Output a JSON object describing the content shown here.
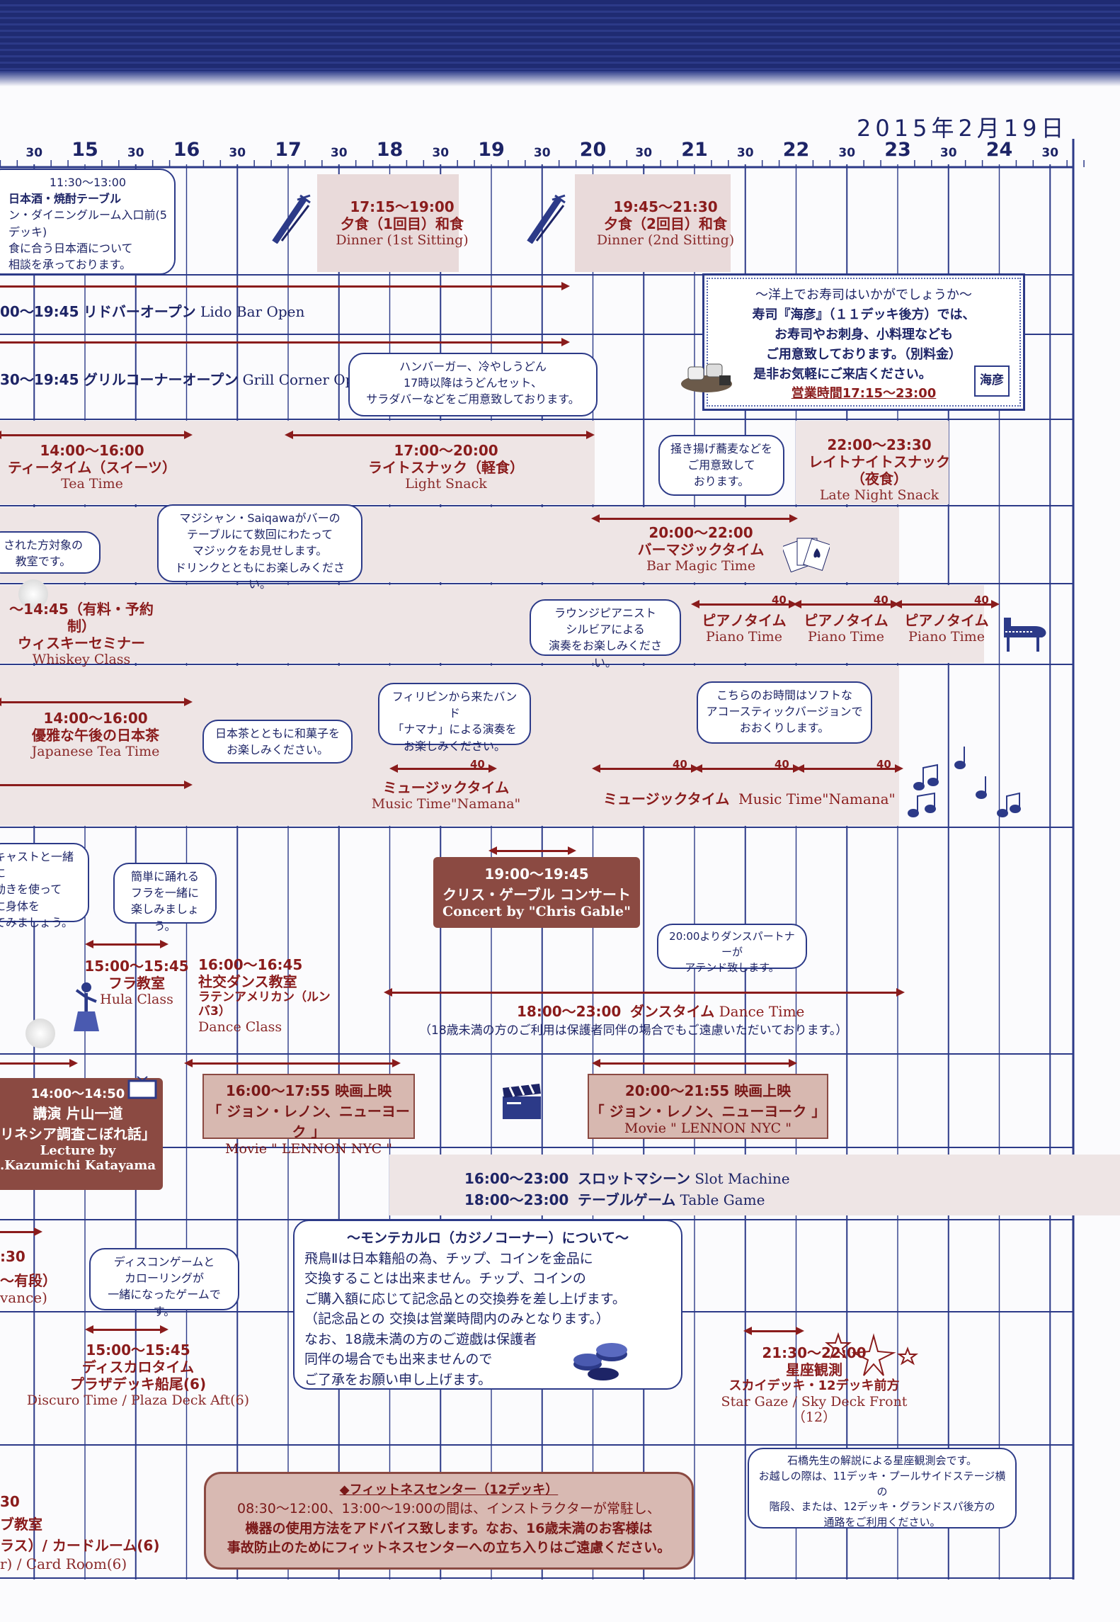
{
  "date": "2015年2月19日",
  "timeline": {
    "hours": [
      "15",
      "16",
      "17",
      "18",
      "19",
      "20",
      "21",
      "22",
      "23",
      "24"
    ],
    "half": "30"
  },
  "row1": {
    "left_bubble": [
      "11:30～13:00",
      "日本酒・焼酎テーブル",
      "ン・ダイニングルーム入口前(5デッキ)",
      "食に合う日本酒について",
      "相談を承っております。"
    ],
    "dinner1": {
      "time": "17:15～19:00",
      "ja": "夕食（1回目）和食",
      "en": "Dinner (1st Sitting)"
    },
    "dinner2": {
      "time": "19:45～21:30",
      "ja": "夕食（2回目）和食",
      "en": "Dinner (2nd Sitting)"
    }
  },
  "lido": {
    "time": "00～19:45",
    "ja": "リドバーオープン",
    "en": "Lido Bar Open"
  },
  "grill": {
    "time": "30～19:45",
    "ja": "グリルコーナーオープン",
    "en": "Grill Corner Open"
  },
  "grill_bubble": [
    "ハンバーガー、冷やしうどん",
    "17時以降はうどんセット、",
    "サラダバーなどをご用意致しております。"
  ],
  "sushi": {
    "lines": [
      "～洋上でお寿司はいかがでしょうか～",
      "寿司『海彦』（１１デッキ後方）では、",
      "お寿司やお刺身、小料理なども",
      "ご用意致しております。（別料金）",
      "是非お気軽にご来店ください。"
    ],
    "hours": "営業時間17:15～23:00",
    "logo": "海彦"
  },
  "tea": {
    "time": "14:00～16:00",
    "ja": "ティータイム（スイーツ）",
    "en": "Tea Time"
  },
  "light_snack": {
    "time": "17:00～20:00",
    "ja": "ライトスナック（軽食）",
    "en": "Light Snack"
  },
  "soba_bubble": [
    "掻き揚げ蕎麦などを",
    "ご用意致して",
    "おります。"
  ],
  "late_snack": {
    "time": "22:00～23:30",
    "ja": "レイトナイトスナック（夜食）",
    "en": "Late Night Snack"
  },
  "magic_bubble": [
    "マジシャン・Saiqawaがバーの",
    "テーブルにて数回にわたって",
    "マジックをお見せします。",
    "ドリンクとともにお楽しみください。"
  ],
  "magic": {
    "time": "20:00～22:00",
    "ja": "バーマジックタイム",
    "en": "Bar Magic Time"
  },
  "left_class_bubble": [
    "された方対象の",
    "教室です。"
  ],
  "whiskey": {
    "time": "～14:45（有料・予約制）",
    "ja": "ウィスキーセミナー",
    "en": "Whiskey Class"
  },
  "pianist_bubble": [
    "ラウンジピアニスト",
    "シルビアによる",
    "演奏をお楽しみください。"
  ],
  "piano": {
    "ja": "ピアノタイム",
    "en": "Piano Time",
    "dur": "40"
  },
  "jtea": {
    "time": "14:00～16:00",
    "ja": "優雅な午後の日本茶",
    "en": "Japanese Tea Time"
  },
  "jtea_bubble": [
    "日本茶とともに和菓子を",
    "お楽しみください。"
  ],
  "band_bubble": [
    "フィリピンから来たバンド",
    "「ナマナ」による演奏を",
    "お楽しみください。"
  ],
  "music": {
    "ja": "ミュージックタイム",
    "en": "Music Time\"Namana\"",
    "dur": "40"
  },
  "acoustic_bubble": [
    "こちらのお時間はソフトな",
    "アコースティックバージョンで",
    "おおくりします。"
  ],
  "cast_bubble": [
    "キャストと一緒に",
    "動きを使って",
    "に身体を",
    "てみましょう。"
  ],
  "hula_bubble": [
    "簡単に踊れる",
    "フラを一緒に",
    "楽しみましょう。"
  ],
  "concert": {
    "time": "19:00～19:45",
    "ja": "クリス・ゲーブル コンサート",
    "en": "Concert by \"Chris Gable\""
  },
  "dance_partner_bubble": [
    "20:00よりダンスパートナーが",
    "アテンド致します。"
  ],
  "hula": {
    "time": "15:00～15:45",
    "ja": "フラ教室",
    "en": "Hula Class"
  },
  "social_dance": {
    "time": "16:00～16:45",
    "ja": "社交ダンス教室",
    "sub": "ラテンアメリカン（ルンバ3）",
    "en": "Dance Class"
  },
  "dance_time": {
    "time": "18:00～23:00",
    "ja": "ダンスタイム",
    "en": "Dance Time",
    "note": "（18歳未満の方のご利用は保護者同伴の場合でもご遠慮いただいております。）"
  },
  "lecture": {
    "time": "14:00～14:50",
    "ja1": "講演 片山一道",
    "ja2": "リネシア調査こぼれ話」",
    "en1": "Lecture by",
    "en2": ".Kazumichi Katayama"
  },
  "movie1": {
    "time": "16:00～17:55 映画上映",
    "ja": "「 ジョン・レノン、ニューヨーク 」",
    "en": "Movie \" LENNON NYC \""
  },
  "movie2": {
    "time": "20:00～21:55 映画上映",
    "ja": "「 ジョン・レノン、ニューヨーク 」",
    "en": "Movie \" LENNON NYC \""
  },
  "slot": {
    "time": "16:00～23:00",
    "ja": "スロットマシーン",
    "en": "Slot Machine"
  },
  "table_game": {
    "time": "18:00～23:00",
    "ja": "テーブルゲーム",
    "en": "Table Game"
  },
  "casino_note": {
    "title": "～モンテカルロ（カジノコーナー）について～",
    "lines": [
      "飛鳥Ⅱは日本籍船の為、チップ、コインを金品に",
      "交換することは出来ません。チップ、コインの",
      "ご購入額に応じて記念品との交換券を差し上げます。",
      "（記念品との 交換は営業時間内のみとなります。）",
      "なお、18歳未満の方のご遊戯は保護者",
      "同伴の場合でも出来ませんので",
      "ご了承をお願い申し上げます。"
    ]
  },
  "left_frag": {
    "a": ":30",
    "b": "～有段）",
    "c": "vance)"
  },
  "disco_bubble": [
    "ディスコンゲームと",
    "カローリングが",
    "一緒になったゲームです。"
  ],
  "discuro": {
    "time": "15:00～15:45",
    "ja": "ディスカロタイム",
    "loc": "プラザデッキ船尾(6)",
    "en": "Discuro Time / Plaza Deck Aft(6)"
  },
  "stargaze": {
    "time": "21:30～22:00",
    "ja": "星座観測",
    "loc": "スカイデッキ・12デッキ前方",
    "en": "Star Gaze / Sky Deck Front（12）"
  },
  "star_bubble": [
    "石橋先生の解説による星座観測会です。",
    "お越しの際は、11デッキ・プールサイドステージ横の",
    "階段、または、12デッキ・グランドスパ後方の",
    "通路をご利用ください。"
  ],
  "fitness": {
    "title": "◆フィットネスセンター（12デッキ）",
    "lines": [
      "08:30～12:00、13:00～19:00の間は、インストラクターが常駐し、",
      "機器の使用方法をアドバイス致します。なお、16歳未満のお客様は",
      "事故防止のためにフィットネスセンターへの立ち入りはご遠慮ください。"
    ]
  },
  "left_bottom": {
    "a": "30",
    "b": "ブ教室",
    "c": "ラス）/ カードルーム(6)",
    "d": "r) / Card Room(6)"
  }
}
